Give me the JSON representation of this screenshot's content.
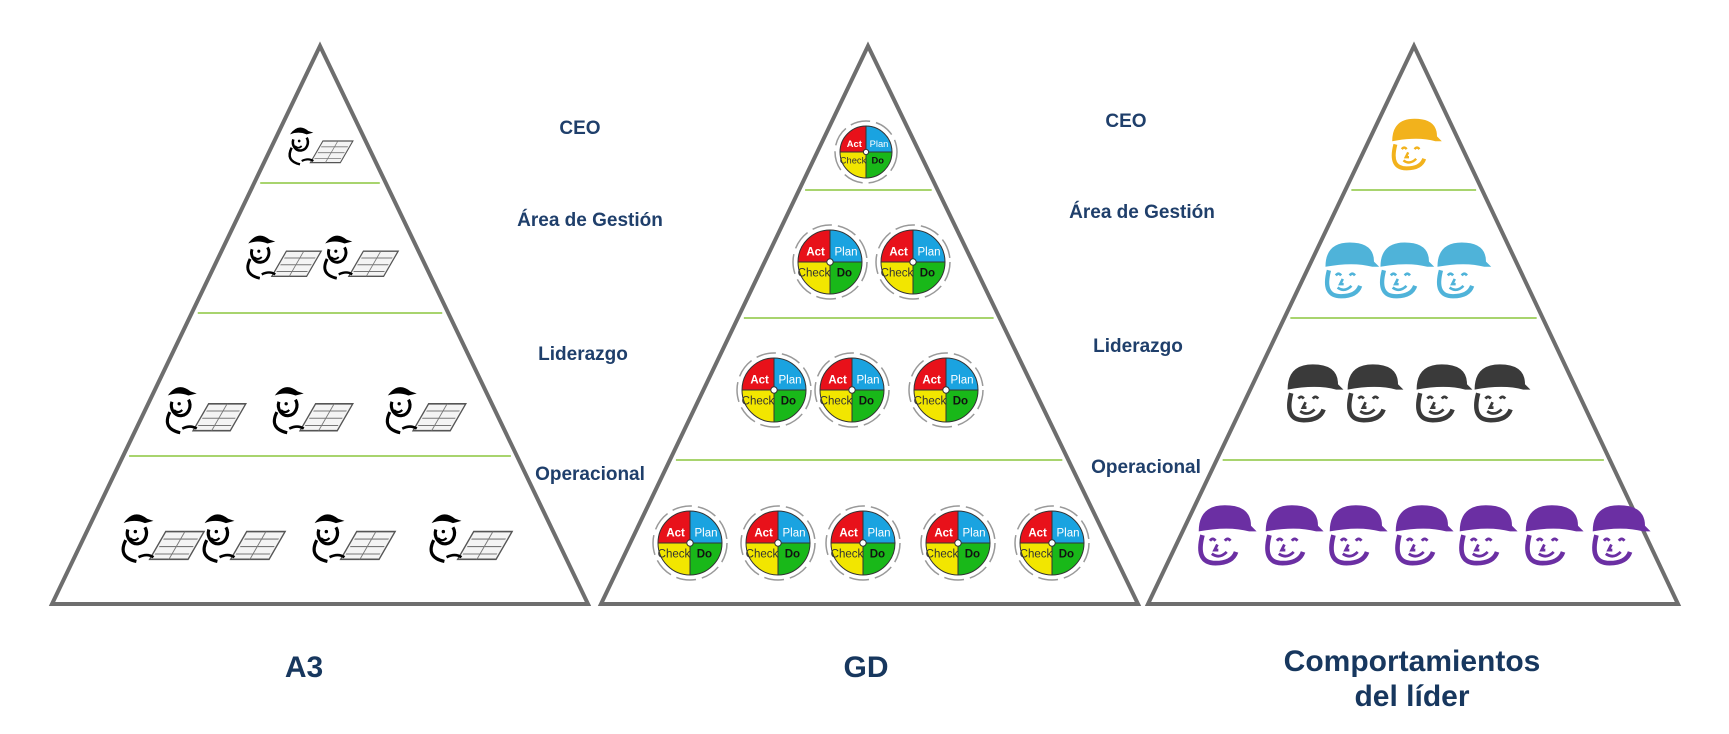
{
  "pyramids": [
    {
      "id": "a3",
      "title": "A3",
      "icon": "person-with-report-icon",
      "levels": [
        {
          "label": "CEO",
          "count": 1
        },
        {
          "label": "Área de Gestión",
          "count": 2
        },
        {
          "label": "Liderazgo",
          "count": 3
        },
        {
          "label": "Operacional",
          "count": 4
        }
      ]
    },
    {
      "id": "gd",
      "title": "GD",
      "icon": "pdca-wheel-icon",
      "wheel_labels": {
        "act": "Act",
        "plan": "Plan",
        "check": "Check",
        "do": "Do"
      },
      "wheel_colors": {
        "act": "#e8111a",
        "plan": "#1aa3e0",
        "check": "#f2e600",
        "do": "#19b819"
      },
      "levels": [
        {
          "label": "CEO",
          "count": 1
        },
        {
          "label": "Área de Gestión",
          "count": 2
        },
        {
          "label": "Liderazgo",
          "count": 3
        },
        {
          "label": "Operacional",
          "count": 5
        }
      ]
    },
    {
      "id": "comportamientos",
      "title_lines": [
        "Comportamientos",
        "del líder"
      ],
      "icon": "helmet-face-icon",
      "levels": [
        {
          "count": 1,
          "color": "#f2b21c"
        },
        {
          "count": 3,
          "color": "#4fb3d9"
        },
        {
          "count": 4,
          "color": "#3a3a3a"
        },
        {
          "count": 7,
          "color": "#6b2fa3"
        }
      ]
    }
  ],
  "colors": {
    "outline": "#6e6e6e",
    "divider": "#8cc63f",
    "label": "#1f3f6b",
    "title": "#17375e"
  }
}
